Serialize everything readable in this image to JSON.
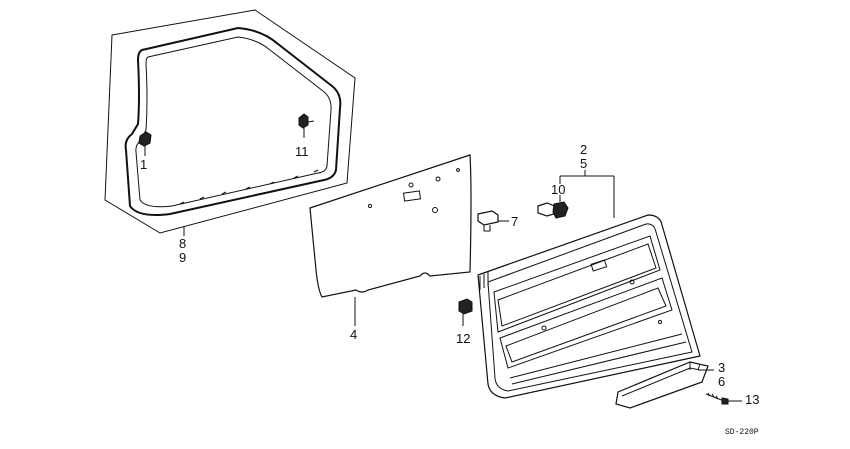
{
  "callouts": {
    "c1": "1",
    "c2": "2",
    "c3": "3",
    "c4": "4",
    "c5": "5",
    "c6": "6",
    "c7": "7",
    "c8": "8",
    "c9": "9",
    "c10": "10",
    "c11": "11",
    "c12": "12",
    "c13": "13"
  },
  "diagram_code": "SD-220P"
}
